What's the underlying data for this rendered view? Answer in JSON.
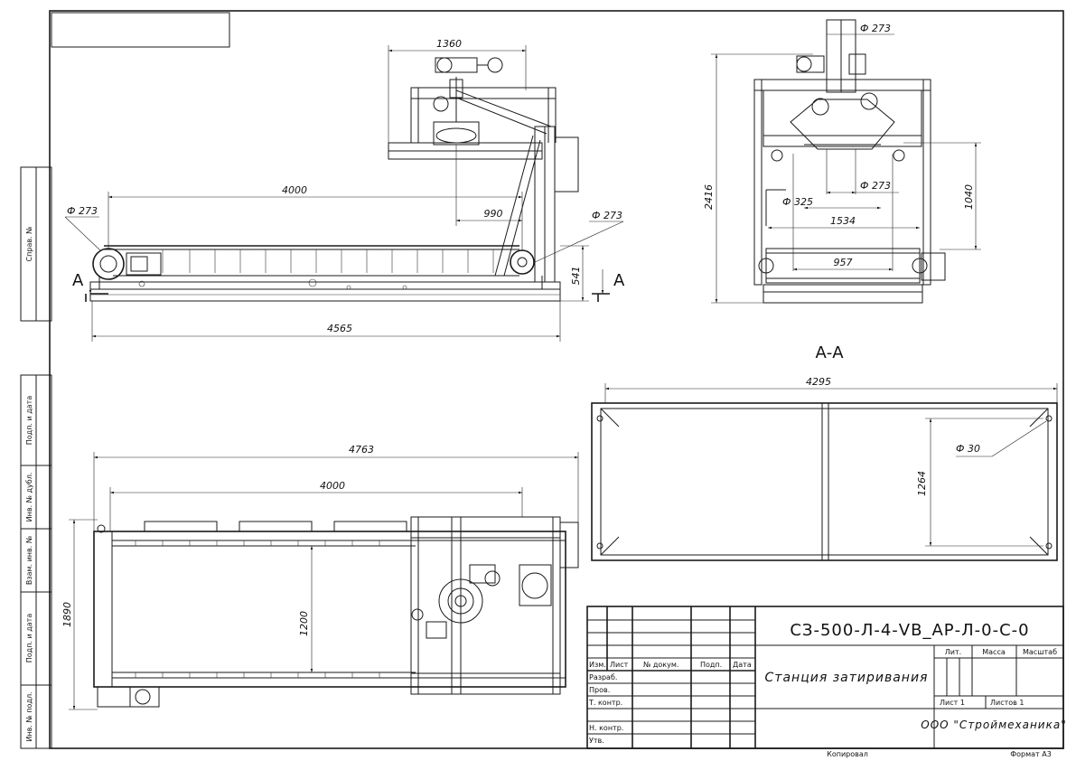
{
  "title_block": {
    "designation": "СЗ-500-Л-4-VB_АР-Л-0-С-0",
    "name": "Станция затиривания",
    "company": "ООО \"Строймеханика\"",
    "headers": {
      "izm": "Изм.",
      "list": "Лист",
      "doc": "№ докум.",
      "sign": "Подп.",
      "date": "Дата"
    },
    "roles": {
      "razrab": "Разраб.",
      "prov": "Пров.",
      "tkontr": "Т. контр.",
      "nkontr": "Н. контр.",
      "utv": "Утв."
    },
    "lit": "Лит.",
    "massa": "Масса",
    "masshtab": "Масштаб",
    "sheet": "Лист 1",
    "sheets": "Листов 1",
    "copied": "Копировал",
    "format": "Формат А3"
  },
  "side_labels": {
    "sprav": "Справ. №",
    "podp1": "Подп. и дата",
    "inv_dubl": "Инв. № дубл.",
    "vzam": "Взам. инв. №",
    "podp2": "Подп. и дата",
    "inv_podl": "Инв. № подл."
  },
  "section": {
    "label": "А-А",
    "mark_left": "А",
    "mark_right": "А"
  },
  "dimensions": {
    "side": {
      "d1360": "1360",
      "d4000": "4000",
      "d990": "990",
      "phi_left": "Ф 273",
      "phi_right": "Ф 273",
      "d541": "541",
      "d4565": "4565"
    },
    "end": {
      "phi_top": "Ф 273",
      "d2416": "2416",
      "d1040": "1040",
      "phi325": "Ф 325",
      "phi273": "Ф 273",
      "d1534": "1534",
      "d957": "957"
    },
    "frame": {
      "d4295": "4295",
      "d1264": "1264",
      "phi30": "Ф 30"
    },
    "plan": {
      "d4763": "4763",
      "d4000": "4000",
      "d1890": "1890",
      "d1200": "1200"
    }
  }
}
